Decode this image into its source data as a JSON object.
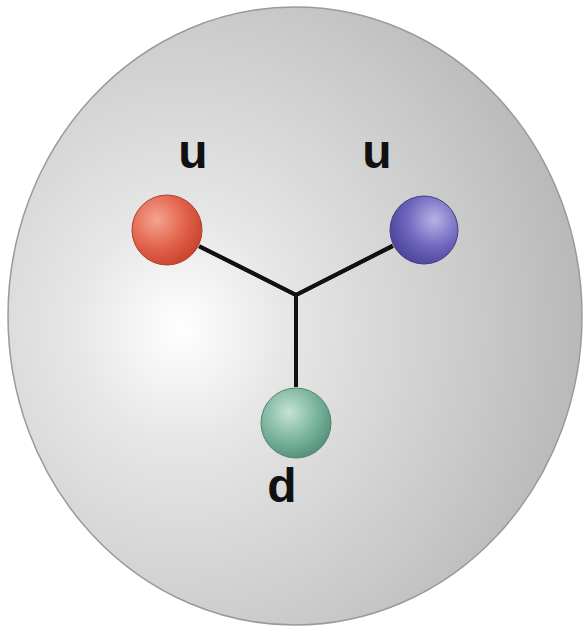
{
  "diagram": {
    "nodes": [
      {
        "text": [
          "u"
        ]
      },
      {
        "text": [
          "u"
        ]
      },
      {
        "text": [
          "d"
        ]
      }
    ],
    "edges": [
      {
        "from": 0,
        "to": 2,
        "arrow": "none"
      },
      {
        "from": 1,
        "to": 2,
        "arrow": "none"
      },
      {
        "from": 0,
        "to": 1,
        "arrow": "none"
      }
    ]
  }
}
